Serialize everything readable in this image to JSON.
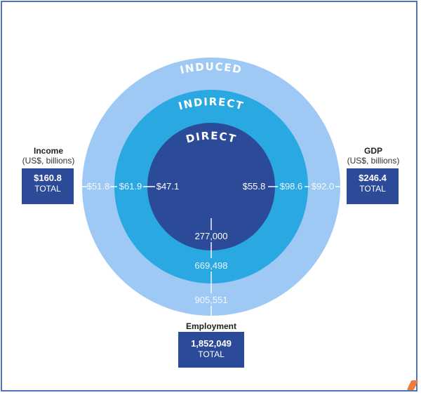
{
  "rings": {
    "induced": "INDUCED",
    "indirect": "INDIRECT",
    "direct": "DIRECT"
  },
  "income": {
    "title": "Income",
    "units": "(US$, billions)",
    "total_value": "$160.8",
    "total_label": "TOTAL",
    "induced_value": "$51.8",
    "indirect_value": "$61.9",
    "direct_value": "$47.1"
  },
  "gdp": {
    "title": "GDP",
    "units": "(US$, billions)",
    "total_value": "$246.4",
    "total_label": "TOTAL",
    "direct_value": "$55.8",
    "indirect_value": "$98.6",
    "induced_value": "$92.0"
  },
  "employment": {
    "title": "Employment",
    "total_value": "1,852,049",
    "total_label": "TOTAL",
    "direct_value": "277,000",
    "indirect_value": "669,498",
    "induced_value": "905,551"
  },
  "colors": {
    "induced": "#9ec9f5",
    "indirect": "#29a8e2",
    "direct": "#2b4a97",
    "box": "#2b4a97"
  }
}
